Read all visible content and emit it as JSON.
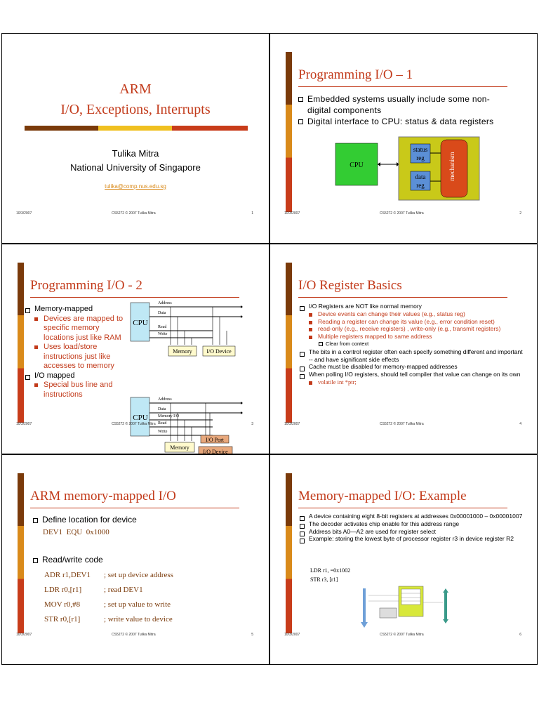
{
  "footer": {
    "date": "10/3/2007",
    "copyright": "CS5272 © 2007 Tulika Mitra"
  },
  "slide1": {
    "title1": "ARM",
    "title2": "I/O, Exceptions, Interrupts",
    "author": "Tulika Mitra",
    "institution": "National University of Singapore",
    "email": "tulika@comp.nus.edu.sg",
    "page": "1"
  },
  "slide2": {
    "title": "Programming I/O – 1",
    "bullets": [
      "Embedded systems usually include some non-digital components",
      "Digital interface to CPU: status & data registers"
    ],
    "diagram": {
      "cpu": "CPU",
      "status1": "status",
      "status2": "reg",
      "data1": "data",
      "data2": "reg",
      "mechanism": "mechanism"
    },
    "page": "2"
  },
  "slide3": {
    "title": "Programming I/O - 2",
    "b1": "Memory-mapped",
    "s1": "Devices are mapped to specific memory locations just like RAM",
    "s2": "Uses load/store instructions just like accesses to memory",
    "b2": "I/O mapped",
    "s3": "Special bus line and instructions",
    "d1": {
      "address": "Address",
      "data": "Data",
      "cpu": "CPU",
      "read": "Read",
      "write": "Write",
      "memory": "Memory",
      "device": "I/O Device"
    },
    "d2": {
      "address": "Address",
      "data": "Data",
      "cpu": "CPU",
      "memio": "Memory I/O",
      "read": "Read",
      "write": "Write",
      "port": "I/O Port",
      "memory": "Memory",
      "device": "I/O Device"
    },
    "page": "3"
  },
  "slide4": {
    "title": "I/O Register Basics",
    "b1": "I/O Registers are NOT like normal memory",
    "s1": "Device events can change their values (e.g., status reg)",
    "s2": "Reading a register can change its value (e.g., error condition reset)",
    "s3": "read-only (e.g., receive registers) , write-only (e.g., transmit registers)",
    "s4": "Multiple registers mapped to same address",
    "t1": "Clear from context",
    "b2": "The bits in a control register often each specify something different and important -- and have significant side effects",
    "b3": "Cache must be disabled for memory-mapped addresses",
    "b4": "When polling I/O registers, should tell compiler that value can change on its own",
    "code": "volatile int *ptr;",
    "page": "4"
  },
  "slide5": {
    "title": "ARM memory-mapped I/O",
    "b1": "Define location for device",
    "c1": "DEV1  EQU  0x1000",
    "b2": "Read/write code",
    "rows": [
      {
        "instr": "ADR r1,DEV1",
        "comment": "; set up device address"
      },
      {
        "instr": "LDR r0,[r1]",
        "comment": "; read DEV1"
      },
      {
        "instr": "MOV r0,#8",
        "comment": "; set up value to write"
      },
      {
        "instr": "STR r0,[r1]",
        "comment": "; write value to device"
      }
    ],
    "page": "5"
  },
  "slide6": {
    "title": "Memory-mapped I/O: Example",
    "b1": "A device containing eight 8-bit registers at addresses 0x00001000 – 0x00001007",
    "b2": "The decoder activates chip enable for this address range",
    "b3": "Address bits A0—A2 are used for register select",
    "b4": "Example: storing the lowest byte of processor register r3 in device register R2",
    "c1": "LDR r1, =0x1002",
    "c2": "STR r3, [r1]",
    "page": "6"
  }
}
